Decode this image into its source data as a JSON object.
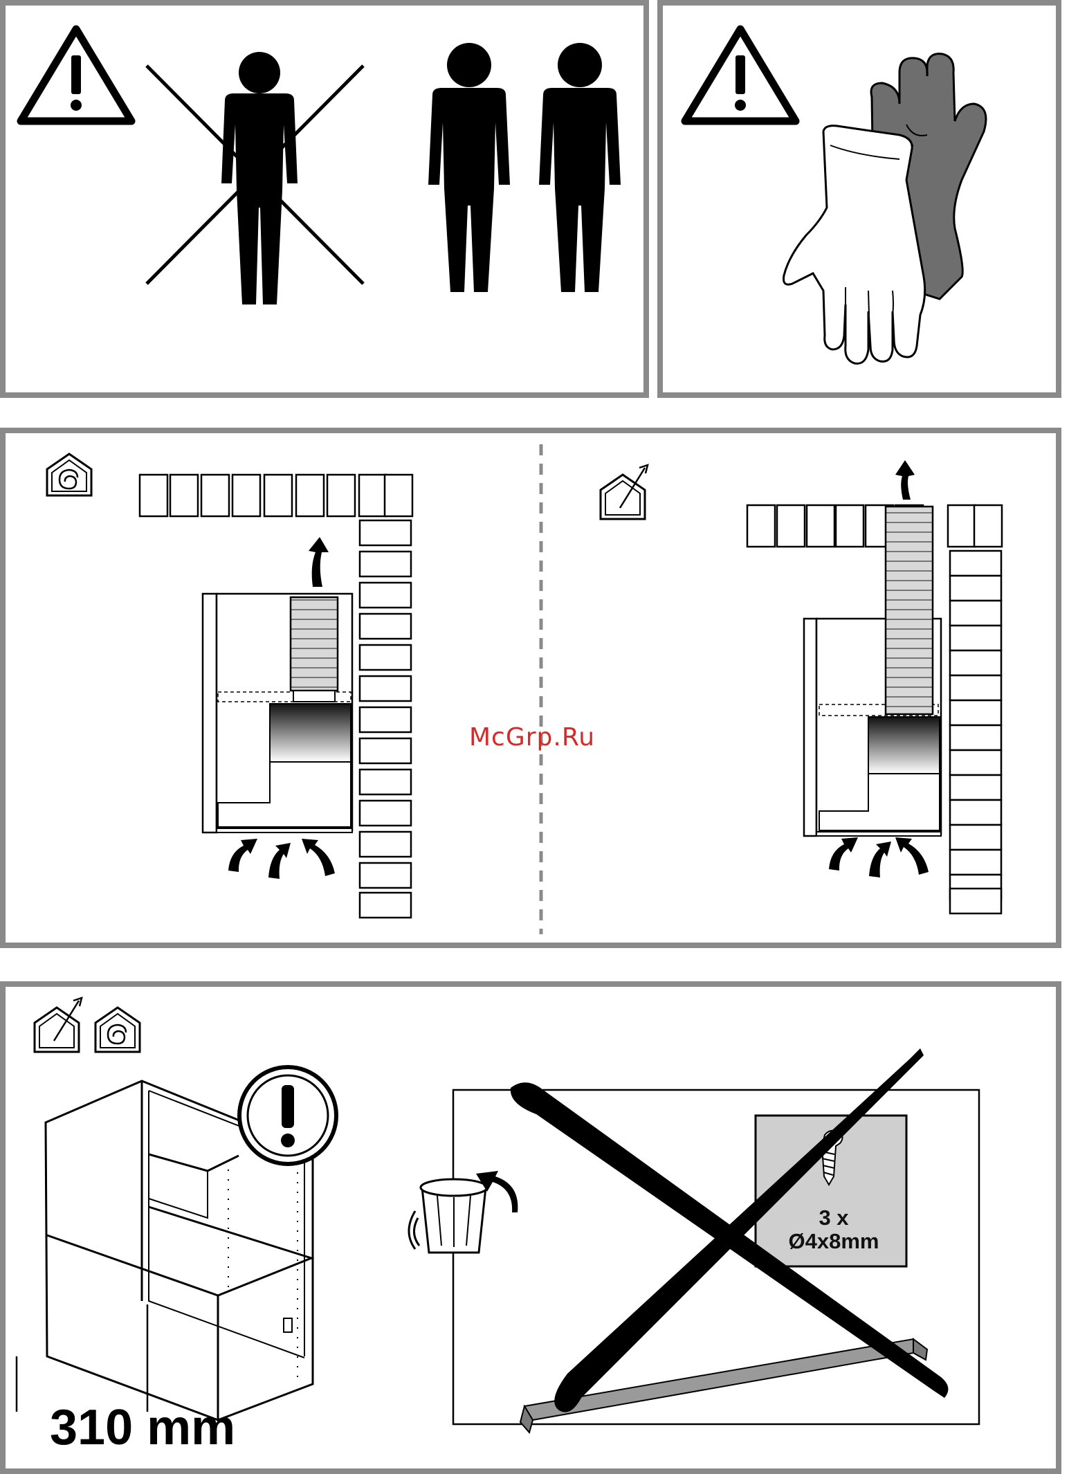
{
  "watermark": "McGrp.Ru",
  "panel_bottom": {
    "dimension_label": "310 mm",
    "screw_quantity": "3 x",
    "screw_size": "Ø4x8mm"
  },
  "colors": {
    "frame": "#8a8a8a",
    "ink": "#000000",
    "glove_dark": "#6e6e6e",
    "screw_box": "#cfcfcf",
    "watermark": "#d42a2a"
  },
  "icons": [
    "warning-triangle-icon",
    "person-icon",
    "gloves-icon",
    "recirculation-house-icon",
    "ducted-house-icon",
    "trash-can-icon"
  ]
}
